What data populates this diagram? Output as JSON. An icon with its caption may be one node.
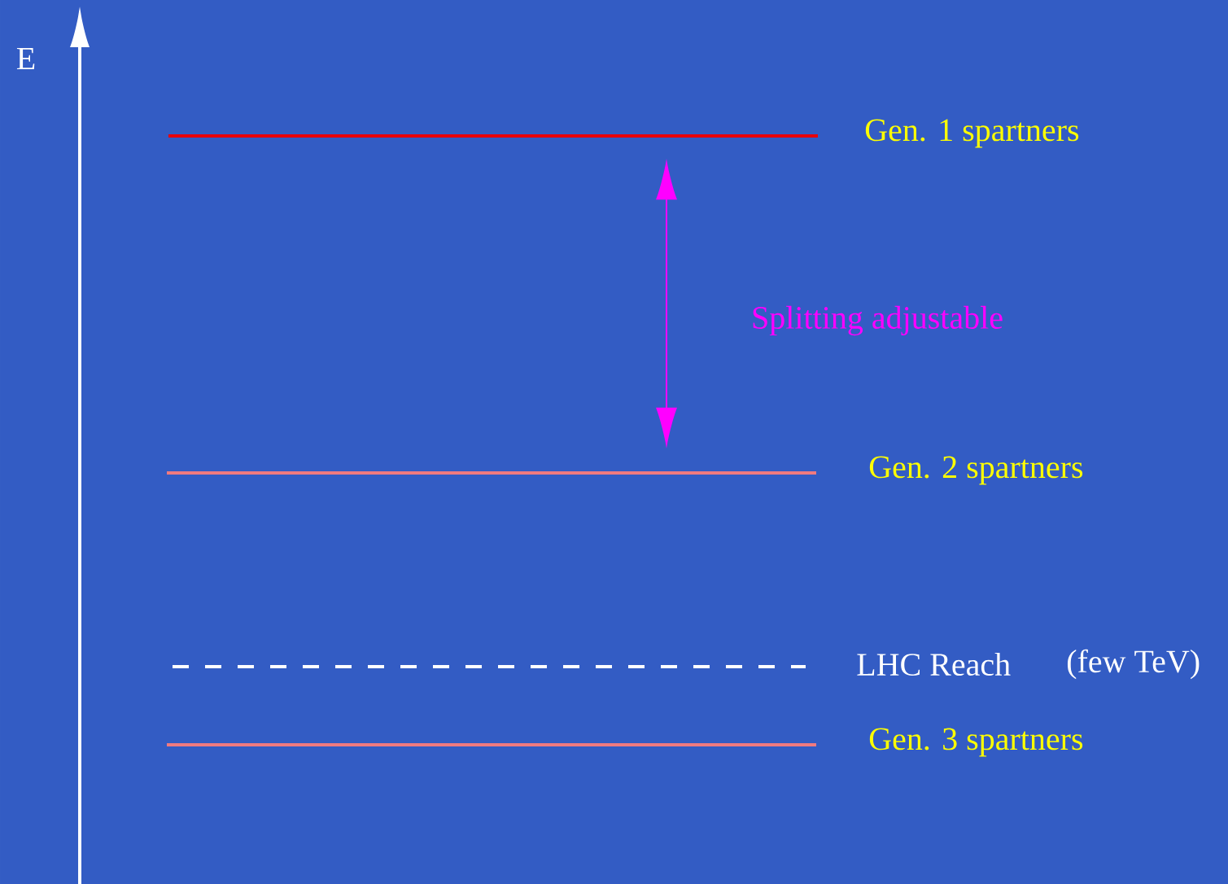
{
  "diagram": {
    "nodes": [
      {
        "text": [
          "Gen. 1 spartners"
        ]
      },
      {
        "text": [
          "Gen. 2 spartners"
        ]
      },
      {
        "text": [
          "LHC  Reach",
          "(few TeV)"
        ]
      },
      {
        "text": [
          "Gen. 3 spartners"
        ]
      }
    ],
    "edges": [
      {
        "from": 0,
        "to": 1,
        "arrow": "both",
        "label": "Splitting adjustable"
      }
    ],
    "labels": [
      "E"
    ]
  }
}
